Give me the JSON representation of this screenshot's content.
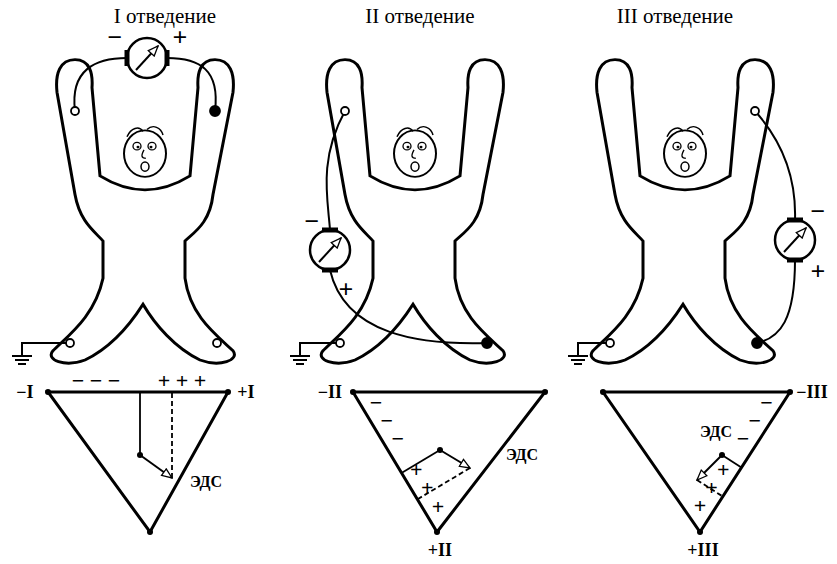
{
  "diagram": {
    "labels": [
      "I отведение",
      "II отведение",
      "III отведение",
      "−",
      "+",
      "−",
      "+",
      "−",
      "+",
      "−I",
      "+I",
      "− − −",
      "+ + +",
      "ЭДС",
      "−II",
      "+II",
      "−",
      "−",
      "−",
      "+",
      "+",
      "+",
      "ЭДС",
      "−III",
      "+III",
      "−",
      "−",
      "−",
      "+",
      "+",
      "+",
      "ЭДС"
    ]
  }
}
